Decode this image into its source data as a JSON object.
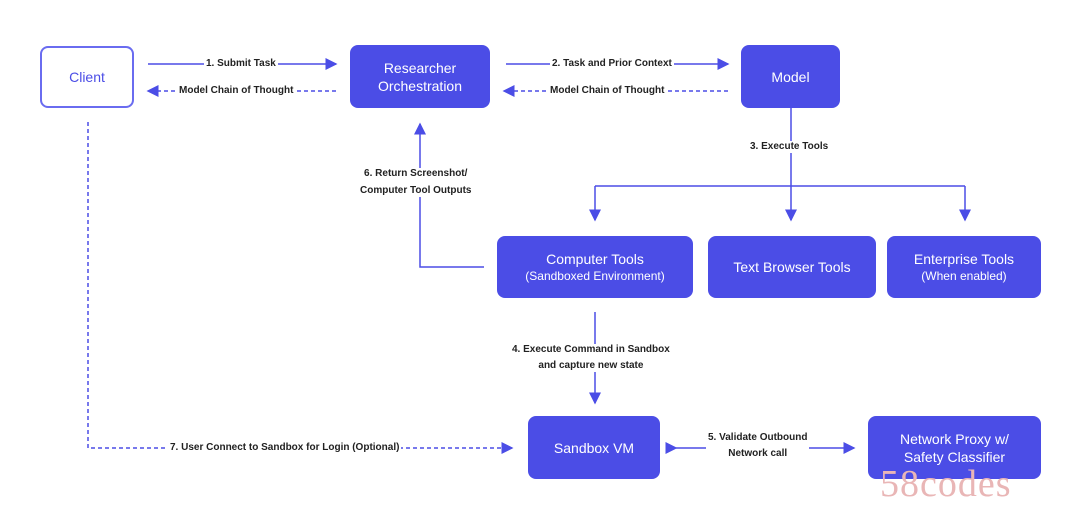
{
  "nodes": {
    "client": "Client",
    "researcher": [
      "Researcher",
      "Orchestration"
    ],
    "model": "Model",
    "computer_tools": {
      "title": "Computer Tools",
      "subtitle": "(Sandboxed Environment)"
    },
    "text_browser": "Text Browser Tools",
    "enterprise_tools": {
      "title": "Enterprise Tools",
      "subtitle": "(When enabled)"
    },
    "sandbox_vm": "Sandbox VM",
    "network_proxy": [
      "Network Proxy w/",
      "Safety Classifier"
    ]
  },
  "edges": {
    "submit_task": "1. Submit Task",
    "chain_thought_1": "Model Chain of  Thought",
    "task_context": "2. Task and Prior Context",
    "chain_thought_2": "Model Chain of  Thought",
    "execute_tools": "3. Execute Tools",
    "execute_command": [
      "4. Execute Command in Sandbox",
      "and capture new state"
    ],
    "validate_outbound": [
      "5. Validate Outbound",
      "Network call"
    ],
    "return_screenshot": [
      "6. Return Screenshot/",
      "Computer Tool Outputs"
    ],
    "user_connect": "7. User Connect to Sandbox for Login (Optional)"
  },
  "watermark": "58codes",
  "colors": {
    "node_fill": "#4b4de6",
    "arrow": "#4b4de6",
    "outline": "#6a6cf0"
  }
}
